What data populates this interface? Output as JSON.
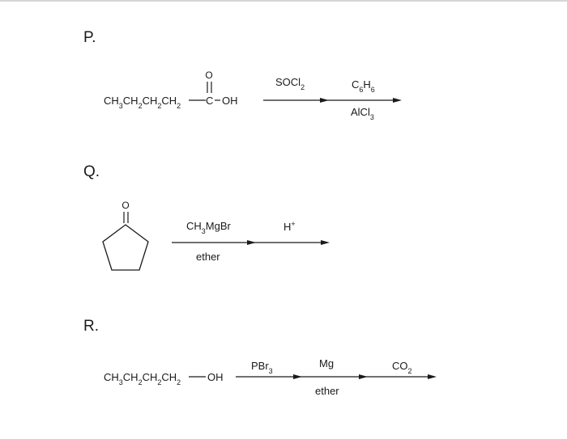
{
  "reactions": {
    "P": {
      "label": "P.",
      "carbonyl_o": "O",
      "substrate_chain": "CH3CH2CH2CH2",
      "carbonyl_c": "C",
      "hydroxyl": "OH",
      "step1_reagent": "SOCl2",
      "step2_reagent_top": "C6H6",
      "step2_reagent_bottom": "AlCl3"
    },
    "Q": {
      "label": "Q.",
      "carbonyl_o": "O",
      "step1_reagent_top": "CH3MgBr",
      "step1_reagent_bottom": "ether",
      "step2_reagent": "H+"
    },
    "R": {
      "label": "R.",
      "substrate": "CH3CH2CH2CH2",
      "hydroxyl": "OH",
      "step1_reagent": "PBr3",
      "step2_reagent_top": "Mg",
      "step2_reagent_bottom": "ether",
      "step3_reagent": "CO2"
    }
  }
}
